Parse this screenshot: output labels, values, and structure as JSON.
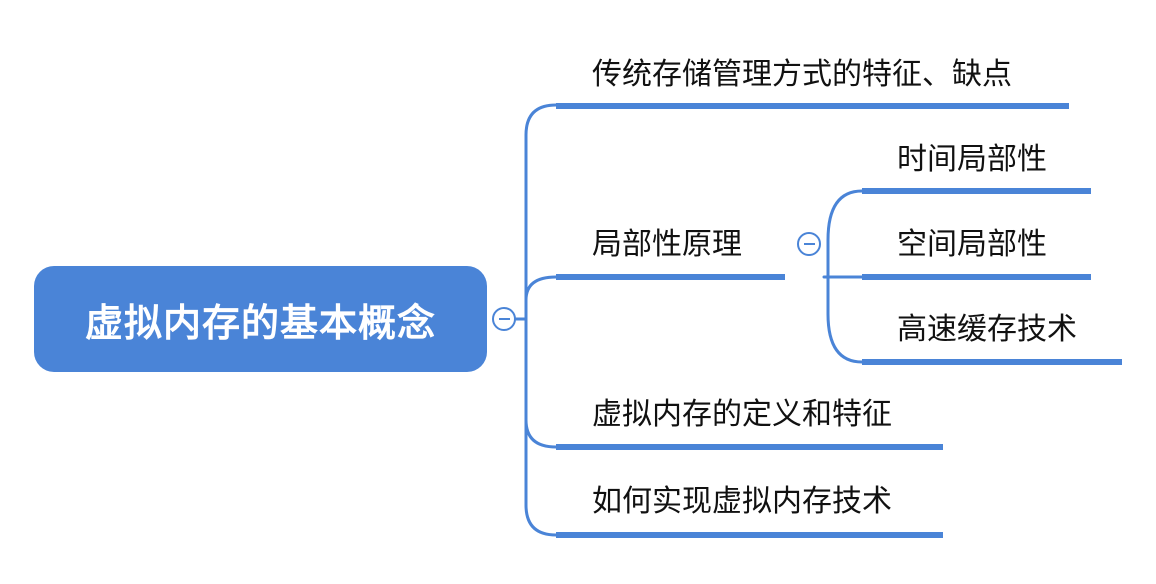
{
  "root": {
    "label": "虚拟内存的基本概念"
  },
  "topics": [
    {
      "label": "传统存储管理方式的特征、缺点"
    },
    {
      "label": "局部性原理",
      "children": [
        {
          "label": "时间局部性"
        },
        {
          "label": "空间局部性"
        },
        {
          "label": "高速缓存技术"
        }
      ]
    },
    {
      "label": "虚拟内存的定义和特征"
    },
    {
      "label": "如何实现虚拟内存技术"
    }
  ],
  "colors": {
    "accent": "#4a84d7",
    "text": "#111111",
    "background": "#ffffff"
  },
  "icons": {
    "collapse": "minus-circle-icon"
  }
}
